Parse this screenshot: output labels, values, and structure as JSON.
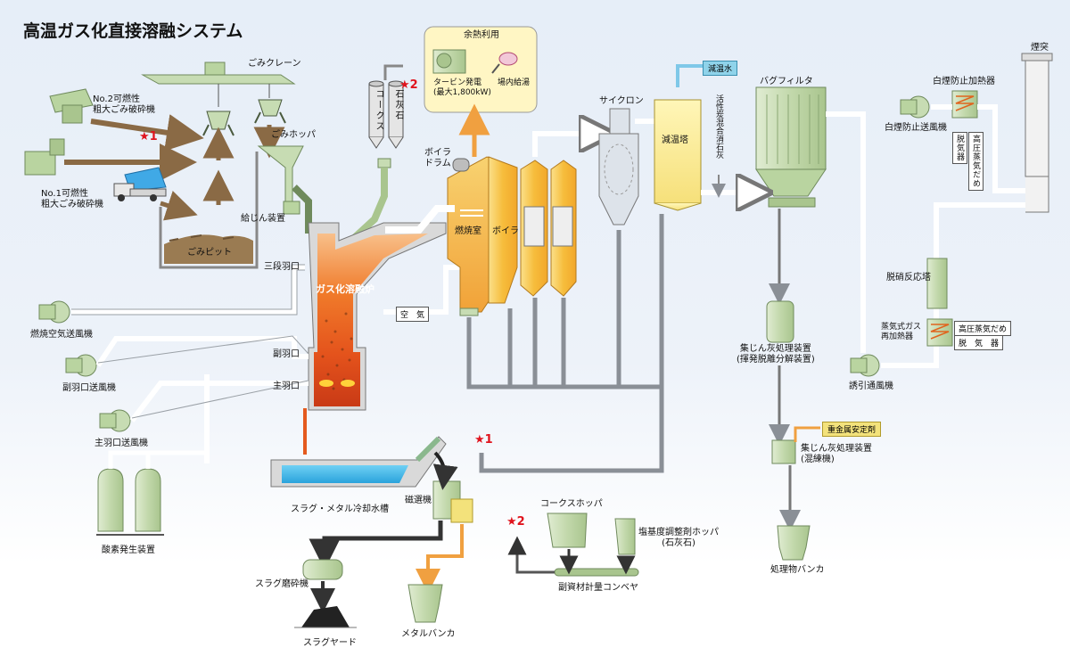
{
  "title": "高温ガス化直接溶融システム",
  "labels": {
    "crane": "ごみクレーン",
    "no2_crusher": "No.2可燃性\n粗大ごみ破砕機",
    "no1_crusher": "No.1可燃性\n粗大ごみ破砕機",
    "hopper": "ごみホッパ",
    "feeder": "給じん装置",
    "pit": "ごみピット",
    "third_tuyere": "三段羽口",
    "furnace": "ガス化溶融炉",
    "air": "空　気",
    "sub_tuyere": "副羽口",
    "main_tuyere": "主羽口",
    "combustion_fan": "燃焼空気送風機",
    "sub_tuyere_fan": "副羽口送風機",
    "main_tuyere_fan": "主羽口送風機",
    "oxygen": "酸素発生装置",
    "slag_tank": "スラグ・メタル冷却水槽",
    "magnet": "磁選機",
    "slag_crusher": "スラグ磨砕機",
    "slag_yard": "スラグヤード",
    "metal_bunker": "メタルバンカ",
    "coke": "コークス",
    "limestone": "石灰石",
    "waste_heat": "余熱利用",
    "turbine": "タービン発電\n(最大1,800kW)",
    "hot_water": "場内給湯",
    "boiler_drum": "ボイラ\nドラム",
    "combustion_chamber": "燃焼室",
    "boiler": "ボイラ",
    "cyclone": "サイクロン",
    "cooling_water": "減温水",
    "cooling_tower": "減温塔",
    "activated_carbon": "活性炭混合消石灰",
    "bag_filter": "バグフィルタ",
    "fly_ash_treatment": "集じん灰処理装置\n(揮発脱離分解装置)",
    "heavy_metal": "重金属安定剤",
    "fly_ash_mixer": "集じん灰処理装置\n(混練機)",
    "product_bunker": "処理物バンカ",
    "coke_hopper": "コークスホッパ",
    "basicity_hopper": "塩基度調整剤ホッパ\n(石灰石)",
    "conveyor": "副資材計量コンベヤ",
    "idf": "誘引通風機",
    "denox": "脱硝反応塔",
    "steam_reheater": "蒸気式ガス\n再加熱器",
    "hp_steam_drum": "高圧蒸気だめ",
    "deaerator": "脱　気　器",
    "white_smoke_fan": "白煙防止送風機",
    "white_smoke_heater": "白煙防止加熱器",
    "deaerator_v": "脱気器",
    "hp_steam_v": "高圧蒸気だめ",
    "stack": "煙突"
  },
  "stars": {
    "s1": "★1",
    "s2": "★2"
  },
  "colors": {
    "pipe": "#8a8f96",
    "pipe_dark": "#5b6068",
    "equip_green": "#c7dcb3",
    "equip_edge": "#6f8a5c",
    "furnace_hot": "#ea5a1f",
    "furnace_mid": "#f39a3a",
    "boiler_yellow": "#f3c94a",
    "water_blue": "#3db6ea",
    "waste_brown": "#8a6a45",
    "orange_arrow": "#f0a040"
  }
}
